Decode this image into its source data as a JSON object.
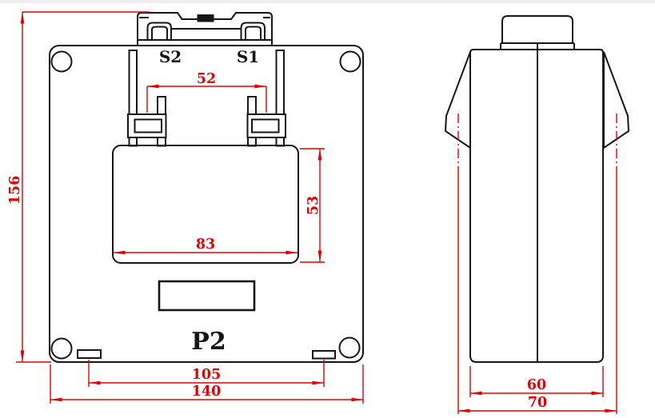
{
  "colors": {
    "line": "#161616",
    "dimension": "#e60000",
    "background": "#ffffff"
  },
  "front_view": {
    "terminal_labels": {
      "left": "S2",
      "right": "S1"
    },
    "primary_label": "P2",
    "dimensions": {
      "overall_height": "156",
      "terminal_pitch": "52",
      "window_width": "83",
      "window_height": "53",
      "slot_pitch": "105",
      "overall_width": "140"
    }
  },
  "side_view": {
    "dimensions": {
      "body_width": "60",
      "overall_width": "70"
    }
  }
}
